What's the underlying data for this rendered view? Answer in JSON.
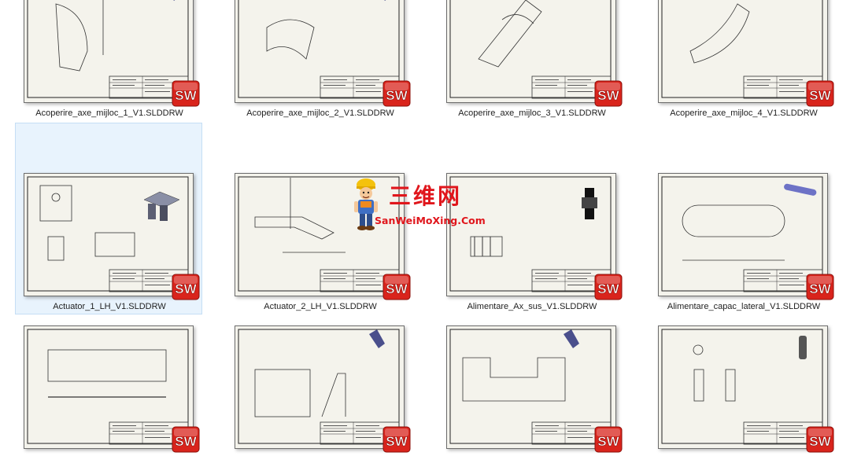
{
  "files": [
    {
      "name": "Acoperire_axe_mijloc_1_V1.SLDDRW",
      "selected": false
    },
    {
      "name": "Acoperire_axe_mijloc_2_V1.SLDDRW",
      "selected": false
    },
    {
      "name": "Acoperire_axe_mijloc_3_V1.SLDDRW",
      "selected": false
    },
    {
      "name": "Acoperire_axe_mijloc_4_V1.SLDDRW",
      "selected": false
    },
    {
      "name": "Actuator_1_LH_V1.SLDDRW",
      "selected": true
    },
    {
      "name": "Actuator_2_LH_V1.SLDDRW",
      "selected": false
    },
    {
      "name": "Alimentare_Ax_sus_V1.SLDDRW",
      "selected": false
    },
    {
      "name": "Alimentare_capac_lateral_V1.SLDDRW",
      "selected": false
    },
    {
      "name": "",
      "selected": false
    },
    {
      "name": "",
      "selected": false
    },
    {
      "name": "",
      "selected": false
    },
    {
      "name": "",
      "selected": false
    }
  ],
  "badge": {
    "label": "SW",
    "color": "#d9241c"
  },
  "watermark": {
    "title": "三维网",
    "url": "SanWeiMoXing.Com",
    "color": "#e0161c"
  },
  "colors": {
    "selection": "#e8f3fd",
    "sheet": "#f4f3ec",
    "part3d": "#4a4f8c"
  }
}
